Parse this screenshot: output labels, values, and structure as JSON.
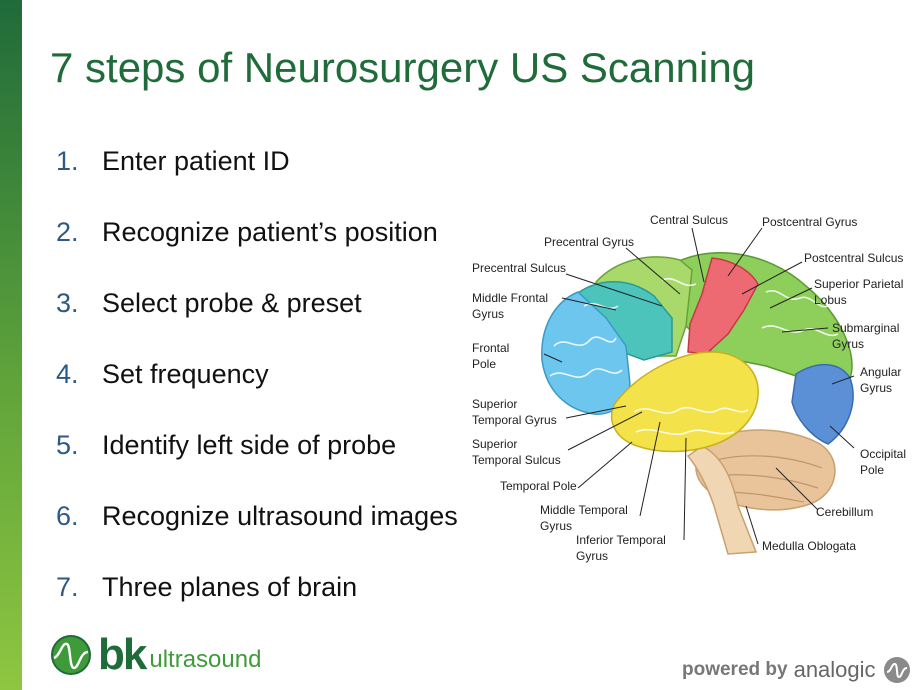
{
  "slide": {
    "title": "7 steps of Neurosurgery US Scanning",
    "steps": [
      {
        "num": "1.",
        "text": "Enter patient ID"
      },
      {
        "num": "2.",
        "text": "Recognize patient’s position"
      },
      {
        "num": "3.",
        "text": "Select probe & preset"
      },
      {
        "num": "4.",
        "text": "Set frequency"
      },
      {
        "num": "5.",
        "text": "Identify left side of probe"
      },
      {
        "num": "6.",
        "text": "Recognize ultrasound images"
      },
      {
        "num": "7.",
        "text": "Three planes of brain"
      }
    ]
  },
  "brain_labels": {
    "central_sulcus": "Central Sulcus",
    "postcentral_gyrus": "Postcentral Gyrus",
    "precentral_gyrus": "Precentral Gyrus",
    "precentral_sulcus": "Precentral Sulcus",
    "postcentral_sulcus": "Postcentral Sulcus",
    "middle_frontal_gyrus": [
      "Middle Frontal",
      "Gyrus"
    ],
    "superior_parietal_lobus": [
      "Superior Parietal",
      "Lobus"
    ],
    "submarginal_gyrus": [
      "Submarginal",
      "Gyrus"
    ],
    "frontal_pole": [
      "Frontal",
      "Pole"
    ],
    "angular_gyrus": [
      "Angular",
      "Gyrus"
    ],
    "superior_temporal_gyrus": [
      "Superior",
      "Temporal Gyrus"
    ],
    "superior_temporal_sulcus": [
      "Superior",
      "Temporal Sulcus"
    ],
    "occipital_pole": [
      "Occipital",
      "Pole"
    ],
    "temporal_pole": "Temporal Pole",
    "middle_temporal_gyrus": [
      "Middle Temporal",
      "Gyrus"
    ],
    "cerebillum": "Cerebillum",
    "inferior_temporal_gyrus": [
      "Inferior Temporal",
      "Gyrus"
    ],
    "medulla_oblogata": "Medulla Oblogata"
  },
  "brand_colors": {
    "green_dark": "#1f6b3a",
    "green_light": "#8ec641",
    "number_blue": "#2b5a86"
  },
  "footer": {
    "logo_bk": "bk",
    "logo_ultrasound": "ultrasound",
    "logo_icon": "bk-globe-icon",
    "powered_by": "powered by",
    "analogic": "analogic",
    "analogic_icon": "analogic-circle-icon"
  }
}
